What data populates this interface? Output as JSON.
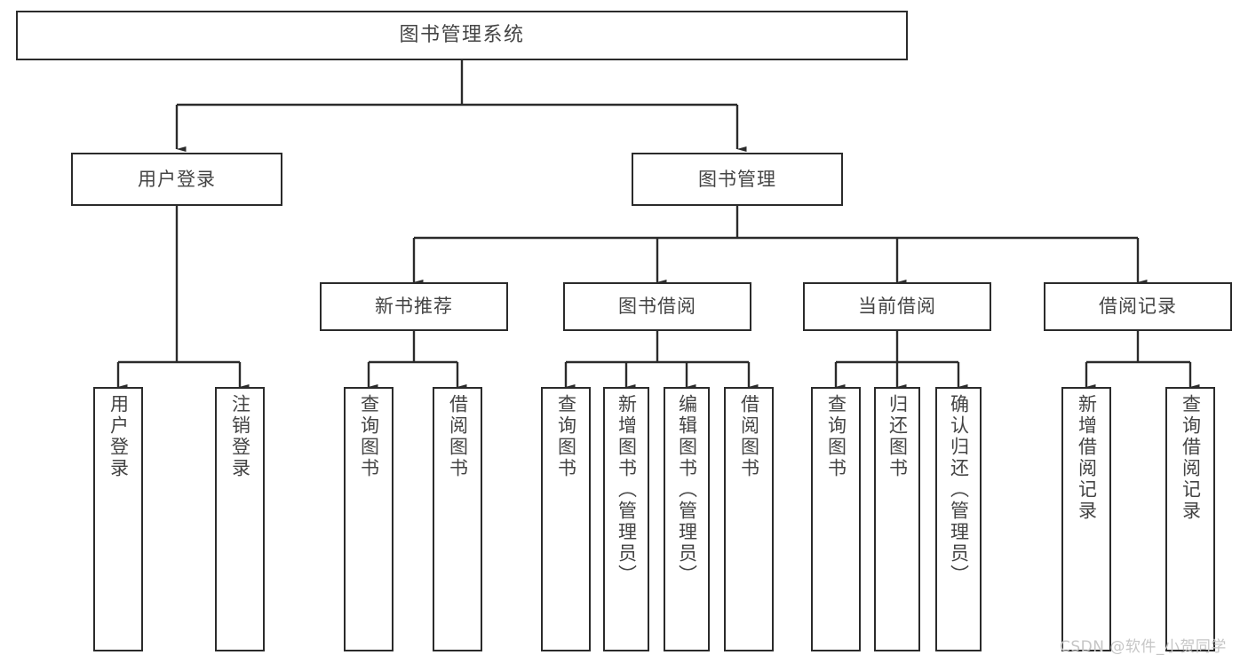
{
  "diagram": {
    "title": "图书管理系统",
    "type": "tree-hierarchy",
    "colors": {
      "box_border": "#2b2b2b",
      "box_fill": "#ffffff",
      "text": "#444444",
      "connector": "#2b2b2b",
      "watermark": "#c6c6c6",
      "background": "#ffffff"
    },
    "root": {
      "label": "图书管理系统"
    },
    "level2": [
      {
        "label": "用户登录"
      },
      {
        "label": "图书管理"
      }
    ],
    "level3": [
      {
        "label": "新书推荐"
      },
      {
        "label": "图书借阅"
      },
      {
        "label": "当前借阅"
      },
      {
        "label": "借阅记录"
      }
    ],
    "leaves": {
      "user_login": [
        {
          "label": "用户登录"
        },
        {
          "label": "注销登录"
        }
      ],
      "new_book_recommend": [
        {
          "label": "查询图书"
        },
        {
          "label": "借阅图书"
        }
      ],
      "book_borrow": [
        {
          "label": "查询图书"
        },
        {
          "label": "新增图书（管理员）"
        },
        {
          "label": "编辑图书（管理员）"
        },
        {
          "label": "借阅图书"
        }
      ],
      "current_borrow": [
        {
          "label": "查询图书"
        },
        {
          "label": "归还图书"
        },
        {
          "label": "确认归还（管理员）"
        }
      ],
      "borrow_record": [
        {
          "label": "新增借阅记录"
        },
        {
          "label": "查询借阅记录"
        }
      ]
    }
  },
  "watermark": {
    "text": "CSDN @软件_小贺同学"
  }
}
